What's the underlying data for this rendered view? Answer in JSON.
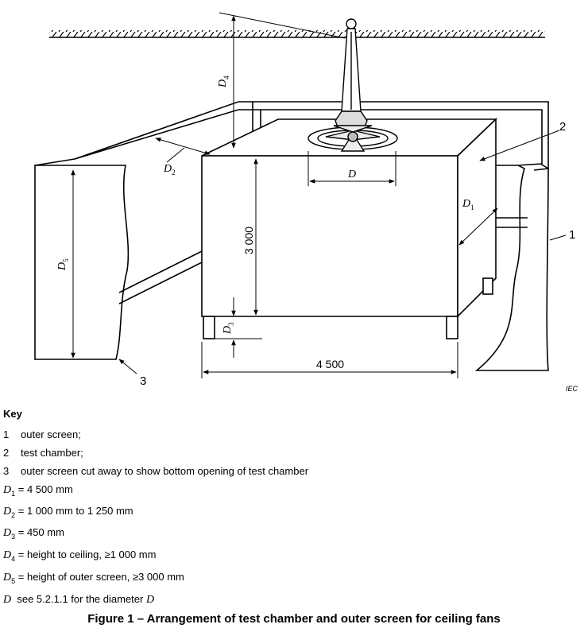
{
  "figure": {
    "labels": {
      "d4": "D4",
      "d2": "D2",
      "d": "D",
      "d1": "D1",
      "d5": "D5",
      "d3": "D3",
      "height_3000": "3 000",
      "width_4500": "4 500",
      "callout_1": "1",
      "callout_2": "2",
      "callout_3": "3"
    },
    "source_mark": "IEC"
  },
  "key": {
    "title": "Key",
    "items": [
      {
        "num": "1",
        "text": "outer screen;"
      },
      {
        "num": "2",
        "text": "test chamber;"
      },
      {
        "num": "3",
        "text": "outer screen cut away to show bottom opening of test chamber"
      }
    ],
    "definitions": [
      {
        "sym": "D",
        "sub": "1",
        "text": "= 4 500 mm"
      },
      {
        "sym": "D",
        "sub": "2",
        "text": "= 1 000 mm to 1 250 mm"
      },
      {
        "sym": "D",
        "sub": "3",
        "text": "= 450 mm"
      },
      {
        "sym": "D",
        "sub": "4",
        "text": "= height to ceiling, ≥1 000 mm"
      },
      {
        "sym": "D",
        "sub": "5",
        "text": "= height of outer screen, ≥3 000 mm"
      },
      {
        "sym": "D",
        "sub": "",
        "text": "see 5.2.1.1 for the diameter",
        "tail": "D"
      }
    ]
  },
  "caption": "Figure 1 – Arrangement of test chamber and outer screen for ceiling fans"
}
